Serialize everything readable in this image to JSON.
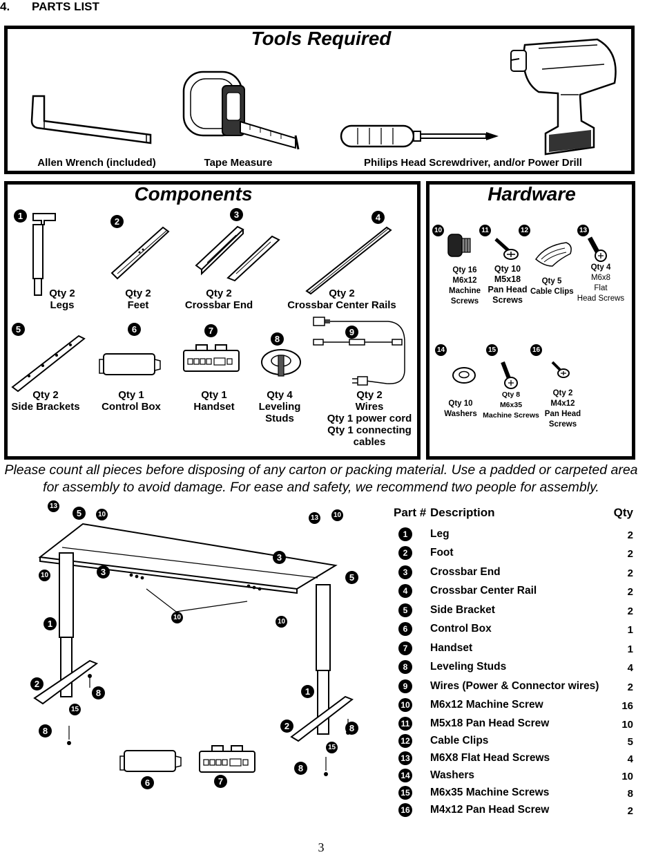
{
  "section": {
    "number": "4.",
    "title": "PARTS LIST"
  },
  "tools": {
    "title": "Tools Required",
    "items": [
      {
        "label": "Allen Wrench (included)",
        "icon": "allen-wrench-icon"
      },
      {
        "label": "Tape Measure",
        "icon": "tape-measure-icon"
      },
      {
        "label": "Philips Head Screwdriver, and/or Power Drill",
        "icon": "screwdriver-drill-icon"
      }
    ]
  },
  "components": {
    "title": "Components",
    "items": [
      {
        "num": "1",
        "lines": [
          "Qty 2",
          "Legs"
        ],
        "icon": "leg-icon"
      },
      {
        "num": "2",
        "lines": [
          "Qty 2",
          "Feet"
        ],
        "icon": "foot-icon"
      },
      {
        "num": "3",
        "lines": [
          "Qty 2",
          "Crossbar End"
        ],
        "icon": "crossbar-end-icon"
      },
      {
        "num": "4",
        "lines": [
          "Qty 2",
          "Crossbar Center Rails"
        ],
        "icon": "center-rail-icon"
      },
      {
        "num": "5",
        "lines": [
          "Qty 2",
          "Side Brackets"
        ],
        "icon": "side-bracket-icon"
      },
      {
        "num": "6",
        "lines": [
          "Qty 1",
          "Control Box"
        ],
        "icon": "control-box-icon"
      },
      {
        "num": "7",
        "lines": [
          "Qty 1",
          "Handset"
        ],
        "icon": "handset-icon"
      },
      {
        "num": "8",
        "lines": [
          "Qty 4",
          "Leveling",
          "Studs"
        ],
        "icon": "leveling-stud-icon"
      },
      {
        "num": "9",
        "lines": [
          "Qty 2",
          "Wires",
          "Qty 1 power cord",
          "Qty 1 connecting",
          "cables"
        ],
        "icon": "wires-icon"
      }
    ]
  },
  "hardware": {
    "title": "Hardware",
    "items": [
      {
        "num": "10",
        "lines": [
          "Qty 16",
          "M6x12",
          "Machine",
          "Screws"
        ],
        "icon": "machine-screw-icon"
      },
      {
        "num": "11",
        "lines": [
          "Qty 10",
          "M5x18",
          "Pan Head",
          "Screws"
        ],
        "icon": "pan-head-screw-icon"
      },
      {
        "num": "12",
        "lines": [
          "Qty 5",
          "Cable Clips"
        ],
        "icon": "cable-clip-icon"
      },
      {
        "num": "13",
        "lines": [
          "Qty 4",
          "M6x8",
          "Flat",
          "Head Screws"
        ],
        "icon": "flat-head-screw-icon"
      },
      {
        "num": "14",
        "lines": [
          "Qty 10",
          "Washers"
        ],
        "icon": "washer-icon"
      },
      {
        "num": "15",
        "lines": [
          "Qty 8",
          "M6x35",
          "Machine Screws"
        ],
        "icon": "long-machine-screw-icon"
      },
      {
        "num": "16",
        "lines": [
          "Qty 2",
          "M4x12",
          "Pan Head",
          "Screws"
        ],
        "icon": "small-pan-screw-icon"
      }
    ]
  },
  "note": "Please count all pieces before disposing of any carton or packing material. Use a padded or carpeted area for assembly to avoid damage. For ease and safety, we recommend two people for assembly.",
  "diagram_callouts": [
    "13",
    "5",
    "10",
    "10",
    "3",
    "1",
    "2",
    "8",
    "15",
    "8",
    "13",
    "10",
    "3",
    "5",
    "10",
    "10",
    "1",
    "2",
    "8",
    "15",
    "8",
    "6",
    "7"
  ],
  "parts_table": {
    "headers": {
      "part": "Part #",
      "desc": "Description",
      "qty": "Qty"
    },
    "rows": [
      {
        "num": "1",
        "desc": "Leg",
        "qty": "2"
      },
      {
        "num": "2",
        "desc": "Foot",
        "qty": "2"
      },
      {
        "num": "3",
        "desc": "Crossbar End",
        "qty": "2"
      },
      {
        "num": "4",
        "desc": "Crossbar Center Rail",
        "qty": "2"
      },
      {
        "num": "5",
        "desc": "Side Bracket",
        "qty": "2"
      },
      {
        "num": "6",
        "desc": "Control Box",
        "qty": "1"
      },
      {
        "num": "7",
        "desc": "Handset",
        "qty": "1"
      },
      {
        "num": "8",
        "desc": "Leveling Studs",
        "qty": "4"
      },
      {
        "num": "9",
        "desc": "Wires (Power & Connector wires)",
        "qty": "2"
      },
      {
        "num": "10",
        "desc": "M6x12 Machine Screw",
        "qty": "16"
      },
      {
        "num": "11",
        "desc": "M5x18 Pan Head Screw",
        "qty": "10"
      },
      {
        "num": "12",
        "desc": "Cable Clips",
        "qty": "5"
      },
      {
        "num": "13",
        "desc": "M6X8 Flat Head Screws",
        "qty": "4"
      },
      {
        "num": "14",
        "desc": "Washers",
        "qty": "10"
      },
      {
        "num": "15",
        "desc": "M6x35 Machine Screws",
        "qty": "8"
      },
      {
        "num": "16",
        "desc": "M4x12 Pan Head Screw",
        "qty": "2"
      }
    ]
  },
  "page_number": "3"
}
